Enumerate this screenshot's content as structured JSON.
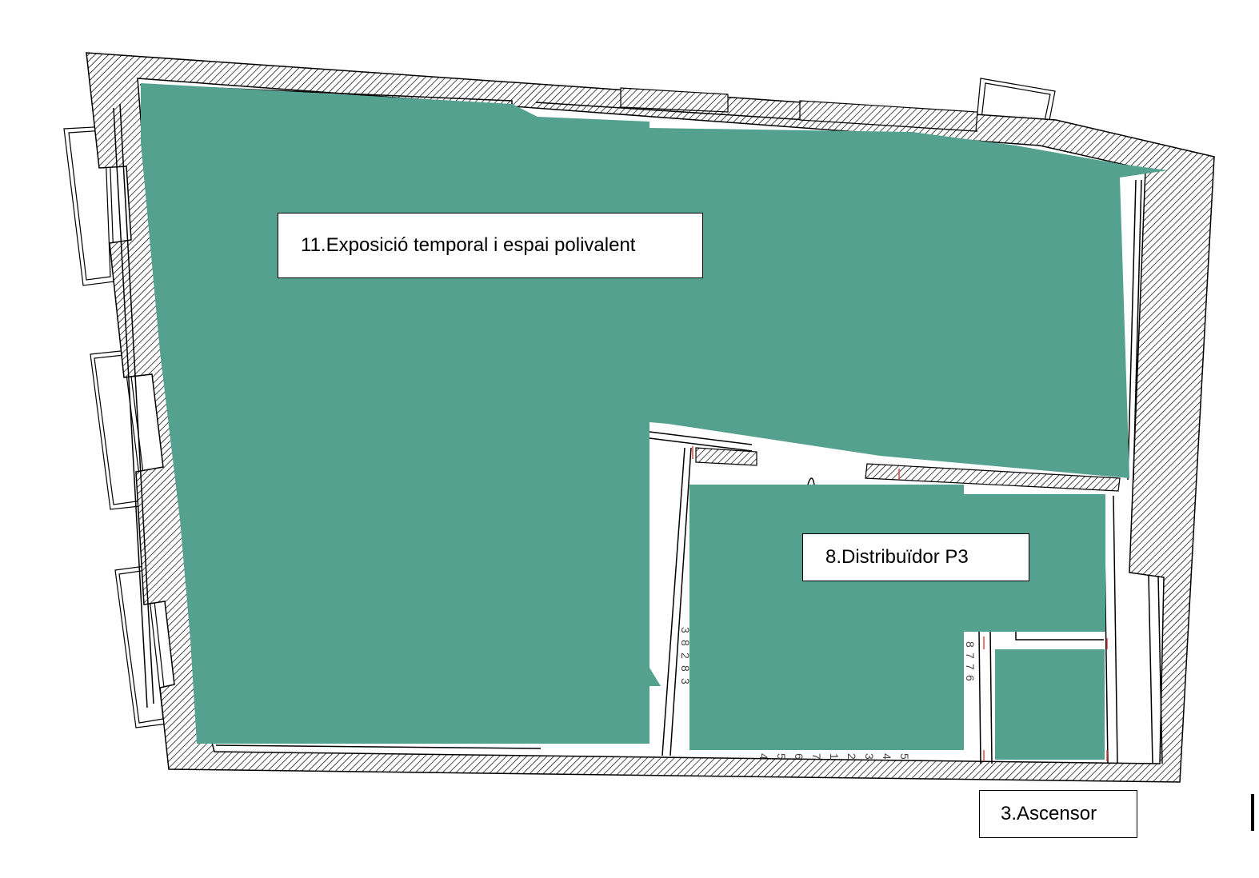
{
  "plan": {
    "colors": {
      "room_fill": "#55a18f",
      "wall_hatch": "#000000",
      "wall_background": "#ffffff",
      "dimension_marks": "#e53935",
      "outline": "#000000"
    },
    "rooms": [
      {
        "id": "room-11",
        "label": "11.Exposició temporal i espai polivalent"
      },
      {
        "id": "room-8",
        "label": "8.Distribuïdor P3"
      },
      {
        "id": "room-3",
        "label": "3.Ascensor"
      }
    ],
    "measure_marks_vertical": [
      "8",
      "7",
      "7",
      "6"
    ],
    "measure_marks_horizontal": [
      "4",
      "5",
      "6",
      "7",
      "1",
      "2",
      "3",
      "4",
      "5"
    ],
    "measure_marks_left": [
      "3",
      "8",
      "2",
      "8",
      "3"
    ]
  }
}
